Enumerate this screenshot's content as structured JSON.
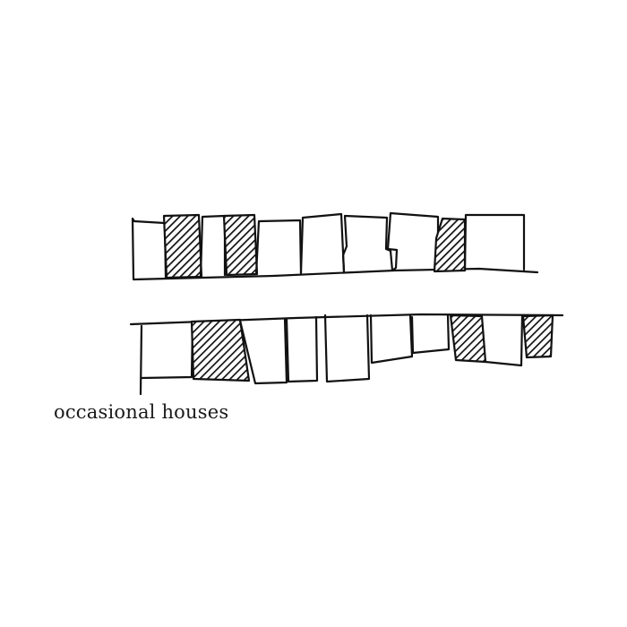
{
  "caption": "occasional houses",
  "ink_color": "#111111",
  "rows": [
    {
      "name": "upper-row",
      "houses": [
        {
          "shaded": false
        },
        {
          "shaded": true
        },
        {
          "shaded": false
        },
        {
          "shaded": true
        },
        {
          "shaded": false
        },
        {
          "shaded": false
        },
        {
          "shaded": false
        },
        {
          "shaded": false
        },
        {
          "shaded": true
        },
        {
          "shaded": false
        }
      ]
    },
    {
      "name": "lower-row",
      "houses": [
        {
          "shaded": false
        },
        {
          "shaded": true
        },
        {
          "shaded": false
        },
        {
          "shaded": false
        },
        {
          "shaded": false
        },
        {
          "shaded": false
        },
        {
          "shaded": false
        },
        {
          "shaded": true
        },
        {
          "shaded": false
        },
        {
          "shaded": true
        }
      ]
    }
  ]
}
